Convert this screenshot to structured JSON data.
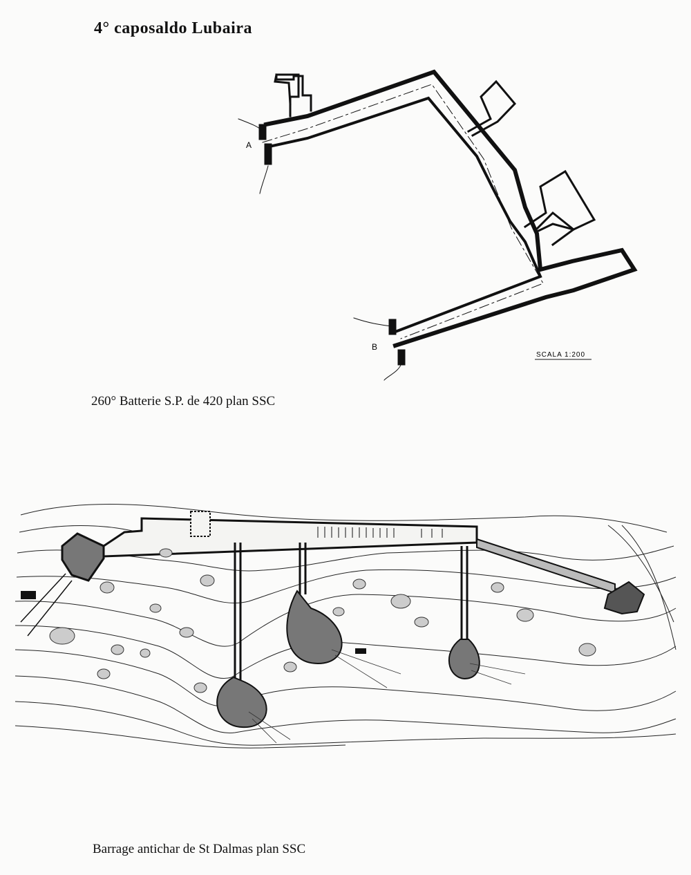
{
  "page": {
    "title": "4° caposaldo Lubaira",
    "caption_top": "260° Batterie S.P. de 420  plan  SSC",
    "caption_bottom": "Barrage antichar de St Dalmas  plan SSC"
  },
  "plan_top": {
    "section_a": "A",
    "section_b": "B",
    "scale": "SCALA 1:200"
  },
  "colors": {
    "ink": "#111111",
    "paper": "#fbfbfa"
  }
}
